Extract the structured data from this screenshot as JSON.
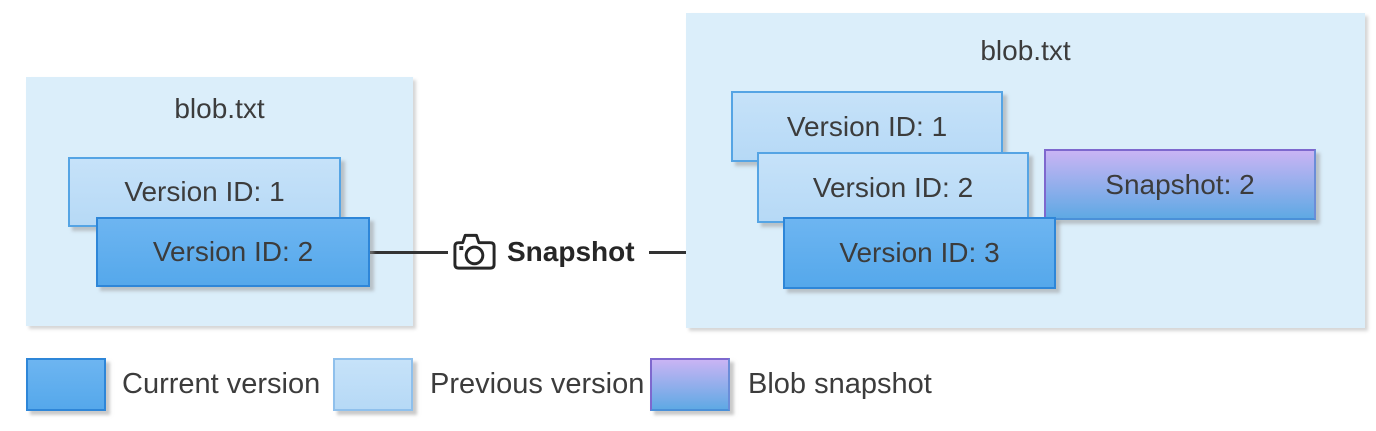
{
  "diagram": {
    "left_panel": {
      "title": "blob.txt",
      "boxes": [
        {
          "label": "Version ID: 1",
          "type": "previous-version"
        },
        {
          "label": "Version ID: 2",
          "type": "current-version"
        }
      ]
    },
    "connector": {
      "label": "Snapshot",
      "icon": "camera-icon"
    },
    "right_panel": {
      "title": "blob.txt",
      "boxes": [
        {
          "label": "Version ID: 1",
          "type": "previous-version"
        },
        {
          "label": "Version ID: 2",
          "type": "previous-version"
        },
        {
          "label": "Version ID: 3",
          "type": "current-version"
        },
        {
          "label": "Snapshot: 2",
          "type": "blob-snapshot"
        }
      ]
    },
    "legend": [
      {
        "label": "Current version",
        "swatch": "current-version-color"
      },
      {
        "label": "Previous version",
        "swatch": "previous-version-color"
      },
      {
        "label": "Blob snapshot",
        "swatch": "blob-snapshot-gradient"
      }
    ],
    "colors": {
      "current_version": "#5FAFEF",
      "previous_version": "#BEDDF7",
      "snapshot_gradient_top": "#C9B4F4",
      "snapshot_gradient_bottom": "#5FA9E4",
      "panel_background": "#DBEEFA",
      "arrow": "#333333",
      "text": "#3C3C3C"
    }
  }
}
